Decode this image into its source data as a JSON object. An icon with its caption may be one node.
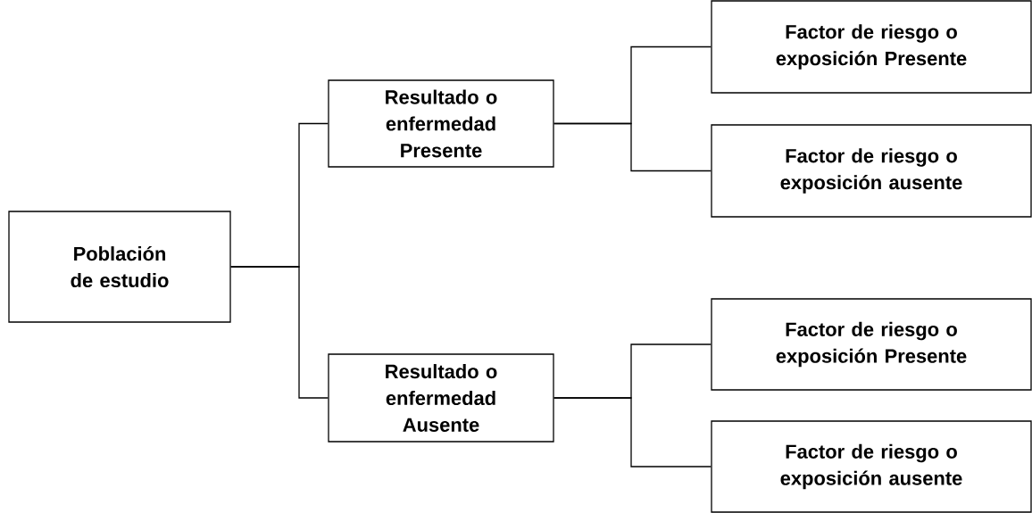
{
  "diagram": {
    "nodes": [
      {
        "text": [
          "Población de estudio"
        ]
      },
      {
        "text": [
          "Resultado o enfermedad Presente"
        ]
      },
      {
        "text": [
          "Factor de riesgo o exposición Presente"
        ]
      },
      {
        "text": [
          "Factor de riesgo o exposición ausente"
        ]
      },
      {
        "text": [
          "Resultado o enfermedad Ausente"
        ]
      },
      {
        "text": [
          "Factor de riesgo o exposición Presente"
        ]
      },
      {
        "text": [
          "Factor de riesgo o exposición ausente"
        ]
      }
    ],
    "edges": [
      {
        "from": 0,
        "to": 1,
        "arrow": "none"
      },
      {
        "from": 0,
        "to": 4,
        "arrow": "none"
      },
      {
        "from": 1,
        "to": 2,
        "arrow": "none"
      },
      {
        "from": 1,
        "to": 3,
        "arrow": "none"
      },
      {
        "from": 4,
        "to": 5,
        "arrow": "none"
      },
      {
        "from": 4,
        "to": 6,
        "arrow": "none"
      }
    ]
  }
}
